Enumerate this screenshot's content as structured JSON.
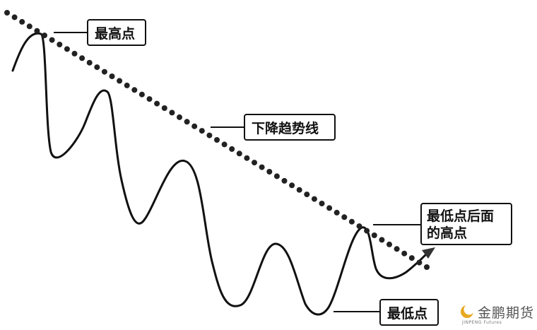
{
  "labels": {
    "highest": "最高点",
    "trendline": "下降趋势线",
    "lowest": "最低点",
    "post_low_high_line1": "最低点后面",
    "post_low_high_line2": "的高点"
  },
  "watermark": {
    "cn": "金鹏期货",
    "en": "JINPENG Futures",
    "brand_color": "#e8a820"
  }
}
